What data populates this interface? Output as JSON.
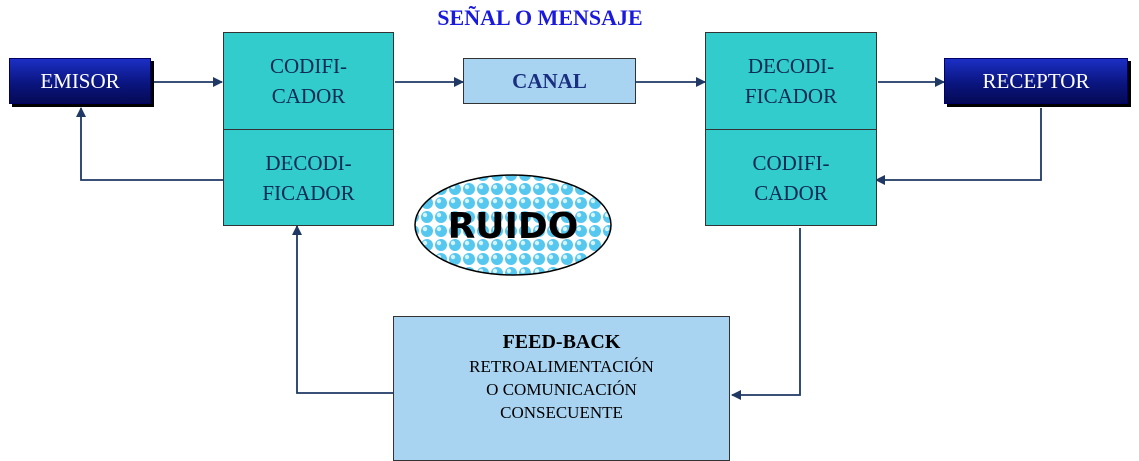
{
  "title": "SEÑAL O MENSAJE",
  "nodes": {
    "emisor": "EMISOR",
    "receptor": "RECEPTOR",
    "canal": "CANAL",
    "left_top": "CODIFI-\nCADOR",
    "left_bottom": "DECODI-\nFICADOR",
    "right_top": "DECODI-\nFICADOR",
    "right_bottom": "CODIFI-\nCADOR",
    "ruido": "RUIDO"
  },
  "feedback": {
    "title": "FEED-BACK",
    "line1": "RETROALIMENTACIÓN",
    "line2": "O COMUNICACIÓN",
    "line3": "CONSECUENTE"
  },
  "colors": {
    "dark_box": "#0a1580",
    "teal_box": "#33cccc",
    "light_box": "#a8d4f2",
    "arrows": "#1f3864",
    "title": "#1a1adc"
  }
}
